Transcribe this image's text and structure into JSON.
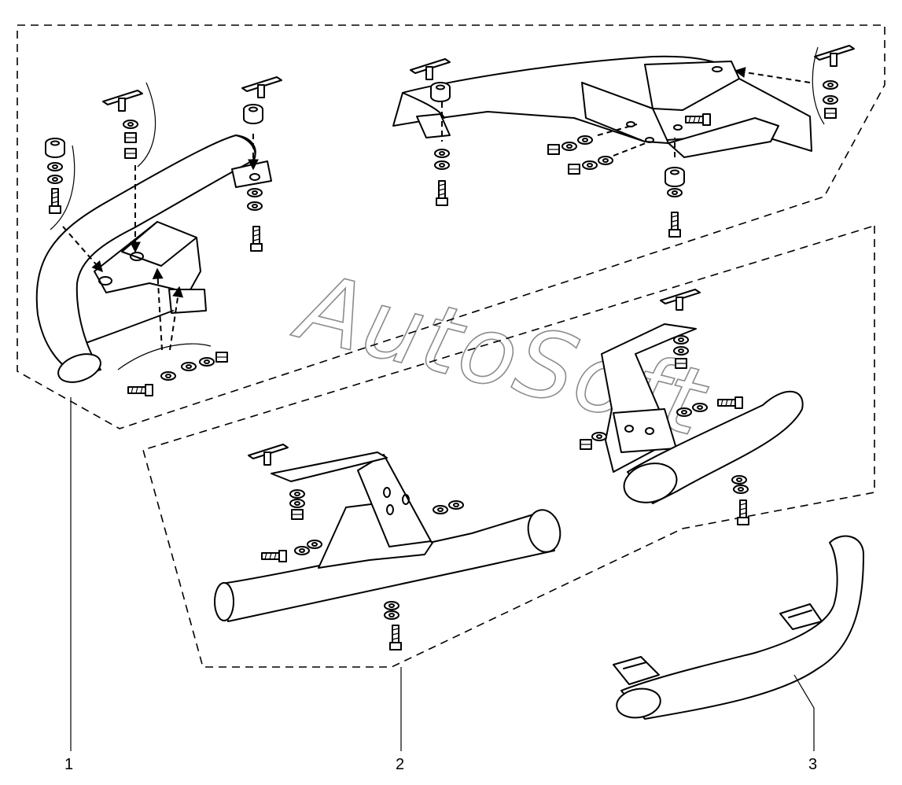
{
  "watermark": "AutoSoft",
  "callouts": [
    "1",
    "2",
    "3"
  ],
  "colors": {
    "line": "#000000",
    "background": "#ffffff",
    "watermark_outline": "#8c8c8c"
  }
}
